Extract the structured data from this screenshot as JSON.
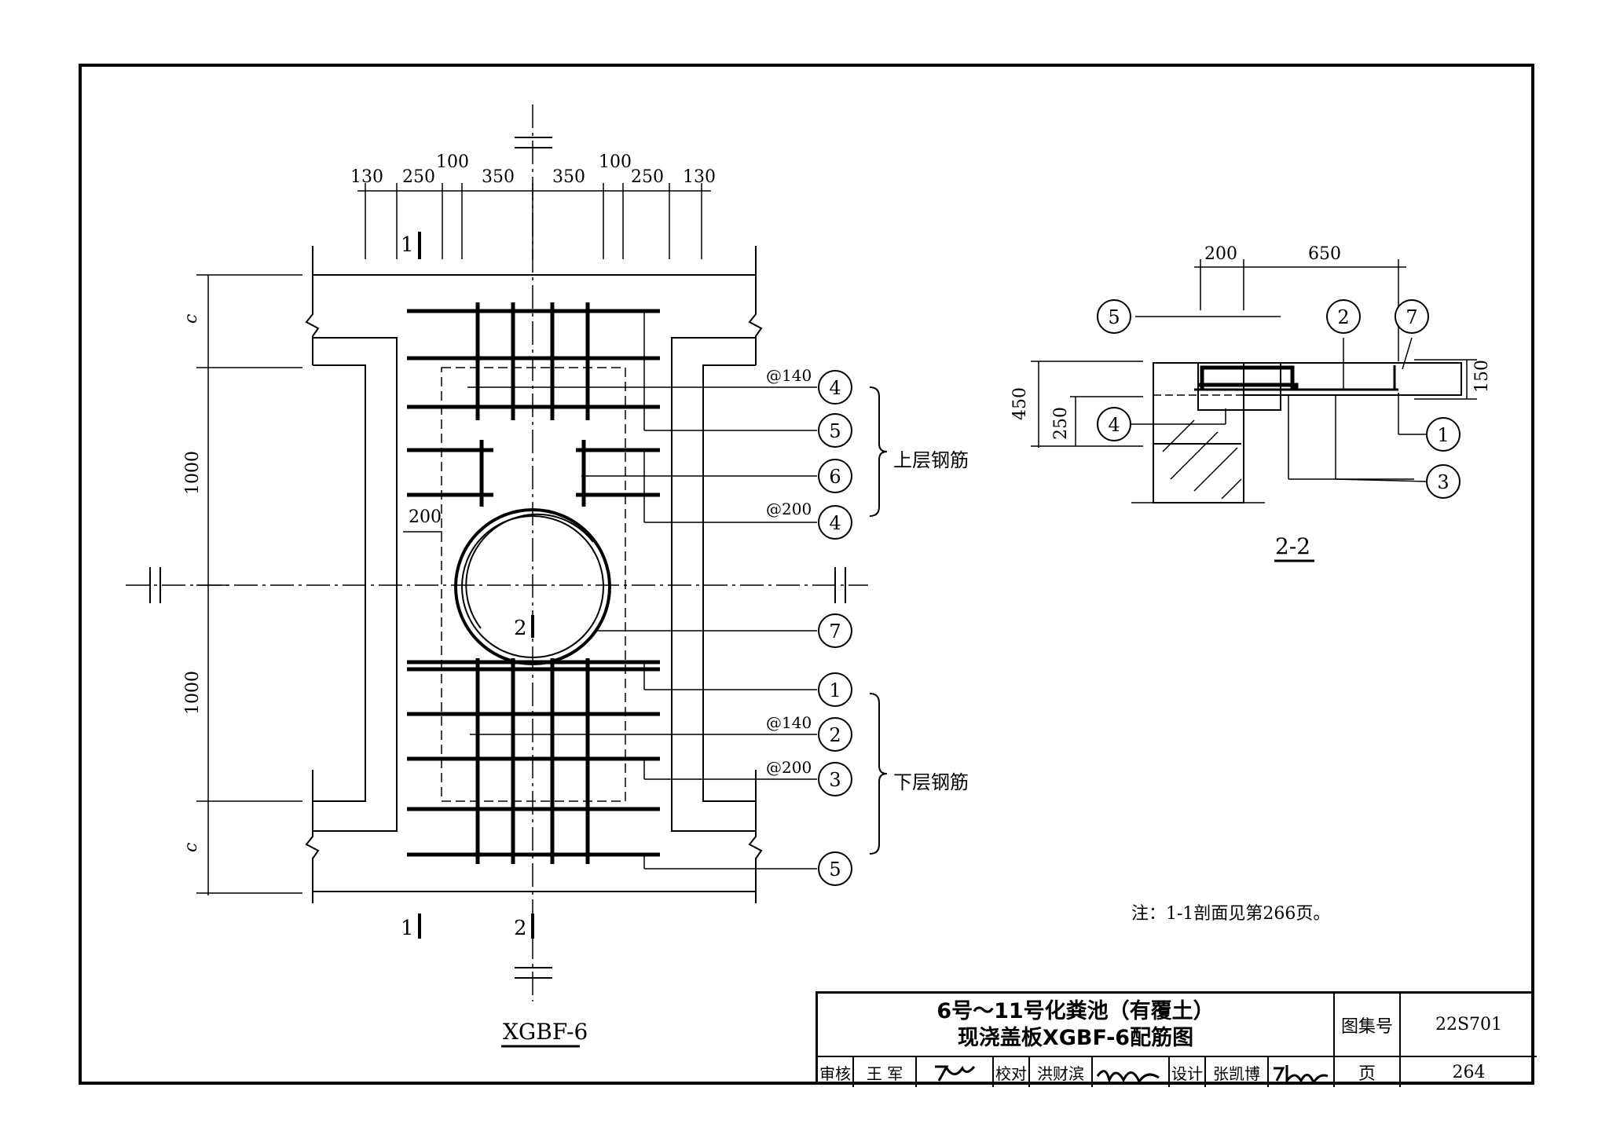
{
  "plan": {
    "top_dims": [
      "130",
      "250",
      "100",
      "350",
      "350",
      "100",
      "250",
      "130"
    ],
    "left_dims": [
      "c",
      "1000",
      "1000",
      "c"
    ],
    "inner_dim": "200",
    "section_marks": [
      "1",
      "1",
      "2",
      "2"
    ],
    "upper_group_label": "上层钢筋",
    "lower_group_label": "下层钢筋",
    "spacings": [
      "@140",
      "@200",
      "@140",
      "@200"
    ],
    "callouts": [
      "4",
      "5",
      "6",
      "4",
      "7",
      "1",
      "2",
      "3",
      "5"
    ],
    "caption": "XGBF-6"
  },
  "section": {
    "dims_top": [
      "200",
      "650"
    ],
    "dims_left": [
      "450",
      "250"
    ],
    "dim_right": "150",
    "callouts": [
      "5",
      "2",
      "7",
      "4",
      "1",
      "3"
    ],
    "caption": "2-2"
  },
  "note": "注：1-1剖面见第266页。",
  "title_block": {
    "title_line1": "6号～11号化粪池（有覆土）",
    "title_line2": "现浇盖板XGBF-6配筋图",
    "atlas_label": "图集号",
    "atlas_number": "22S701",
    "review_label": "审核",
    "reviewer": "王 军",
    "check_label": "校对",
    "checker": "洪财滨",
    "design_label": "设计",
    "designer": "张凯博",
    "page_label": "页",
    "page_number": "264"
  }
}
